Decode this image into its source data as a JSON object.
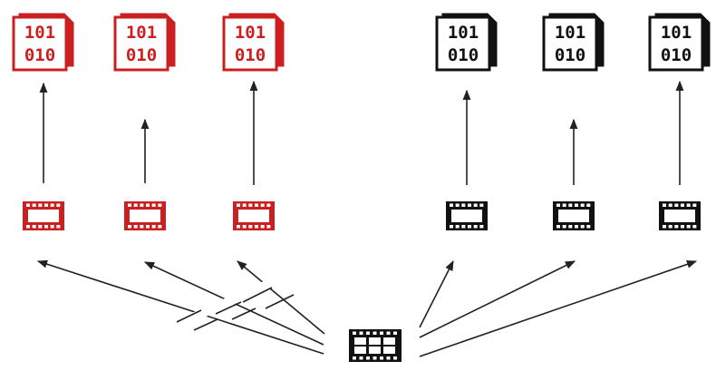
{
  "colors": {
    "red": "#cc1f1f",
    "black": "#111111",
    "line": "#222222",
    "background": "#ffffff"
  },
  "icons": {
    "binary_file": "binary-file-icon",
    "film_strip": "film-strip-icon",
    "multi_frame_source": "film-frames-source-icon"
  },
  "binary_text": {
    "line1": "101",
    "line2": "010"
  },
  "groups": [
    {
      "name": "red-group",
      "color": "red",
      "columns": 3
    },
    {
      "name": "black-group",
      "color": "black",
      "columns": 3
    }
  ],
  "source": {
    "icon": "film-frames-source-icon",
    "frames": 6
  }
}
